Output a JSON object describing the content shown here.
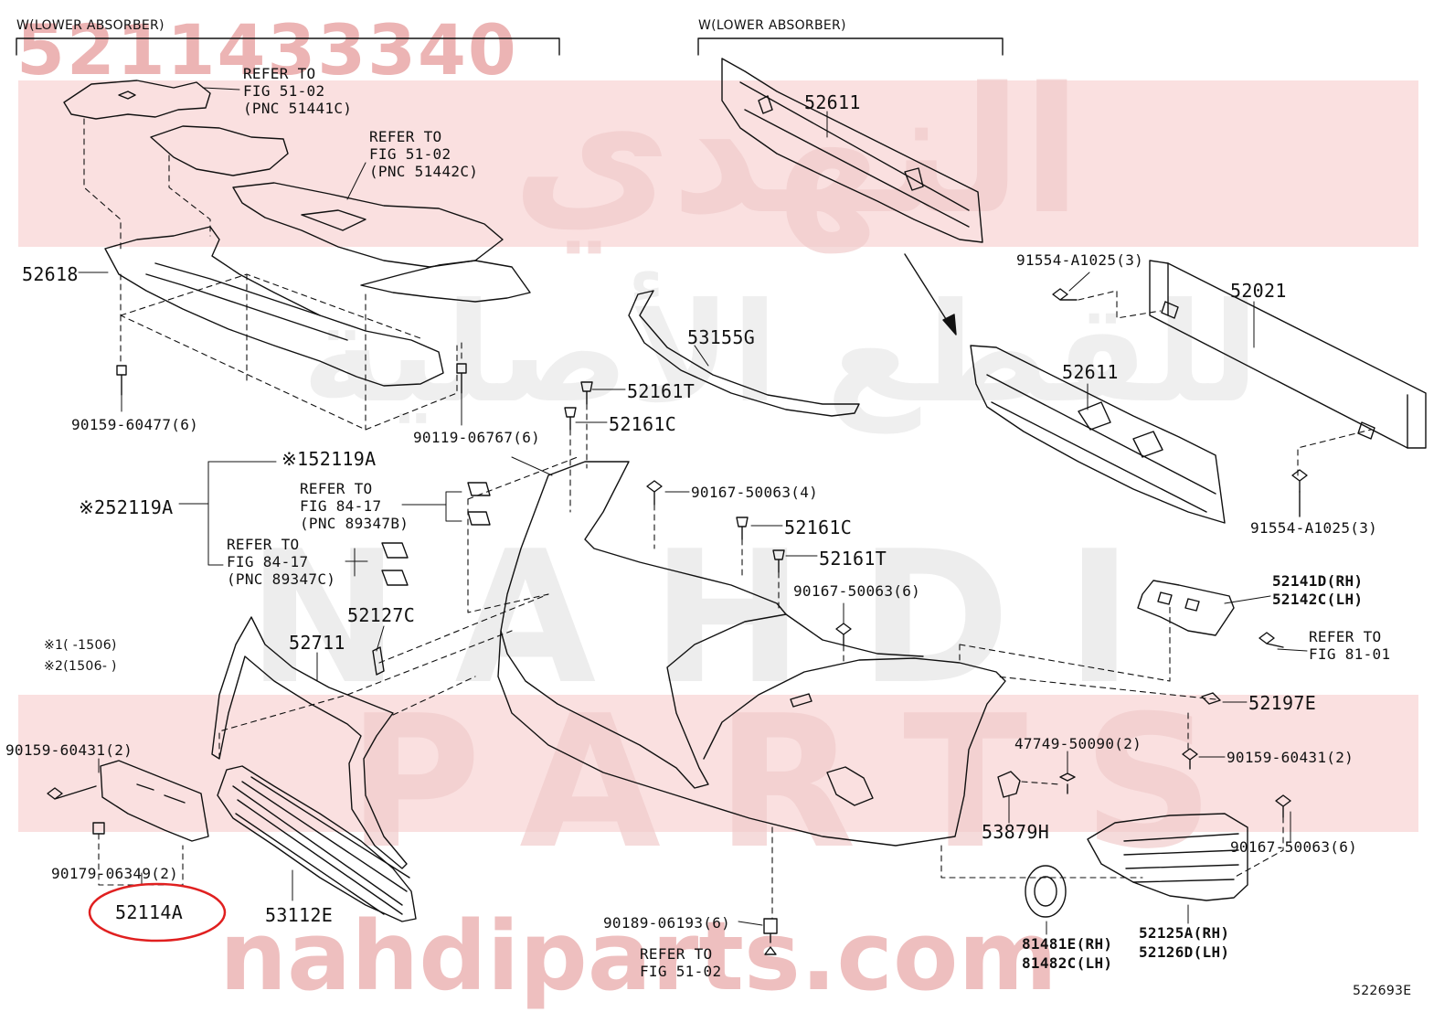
{
  "watermark": {
    "part_number": "5211433340",
    "arabic_brand": "النهدي",
    "arabic_tagline": "للقطع الأصلية",
    "brand_latin_1": "NAHDI",
    "brand_latin_2": "PARTS",
    "site": "nahdiparts.com",
    "color": "#e8a0a0"
  },
  "headers": {
    "left_bracket": "W(LOWER ABSORBER)",
    "right_bracket": "W(LOWER ABSORBER)"
  },
  "notes": {
    "n1": "※1(     -1506)",
    "n2": "※2(1506-     )"
  },
  "labels": {
    "ref_51441c": [
      "REFER TO",
      "FIG 51-02",
      "(PNC 51441C)"
    ],
    "ref_51442c": [
      "REFER TO",
      "FIG 51-02",
      "(PNC 51442C)"
    ],
    "p52618": "52618",
    "p90159_60477": "90159-60477(6)",
    "p90119_06767": "90119-06767(6)",
    "p52119a_1": "※152119A",
    "p52119a_2": "※252119A",
    "ref_89347b": [
      "REFER TO",
      "FIG 84-17",
      "(PNC 89347B)"
    ],
    "ref_89347c": [
      "REFER TO",
      "FIG 84-17",
      "(PNC 89347C)"
    ],
    "p52127c": "52127C",
    "p52711": "52711",
    "p90159_60431_l": "90159-60431(2)",
    "p90179_06349": "90179-06349(2)",
    "p52114a": "52114A",
    "p53112e": "53112E",
    "p52611_top": "52611",
    "p53155g": "53155G",
    "p52161t_1": "52161T",
    "p52161c_1": "52161C",
    "p90167_50063_4": "90167-50063(4)",
    "p52161c_2": "52161C",
    "p52161t_2": "52161T",
    "p90167_50063_6a": "90167-50063(6)",
    "p91554_top": "91554-A1025(3)",
    "p52021": "52021",
    "p52611_mid": "52611",
    "p91554_bot": "91554-A1025(3)",
    "p52141d": "52141D(RH)",
    "p52142c": "52142C(LH)",
    "ref_81_01": [
      "REFER TO",
      "FIG 81-01"
    ],
    "p52197e": "52197E",
    "p47749": "47749-50090(2)",
    "p90159_60431_r": "90159-60431(2)",
    "p53879h": "53879H",
    "p90167_50063_6b": "90167-50063(6)",
    "p90189": "90189-06193(6)",
    "ref_51_02": [
      "REFER TO",
      "FIG 51-02"
    ],
    "p81481e": "81481E(RH)",
    "p81482c": "81482C(LH)",
    "p52125a": "52125A(RH)",
    "p52126d": "52126D(LH)",
    "fig_id": "522693E"
  },
  "highlight": {
    "target": "52114A",
    "color": "#e02020"
  }
}
